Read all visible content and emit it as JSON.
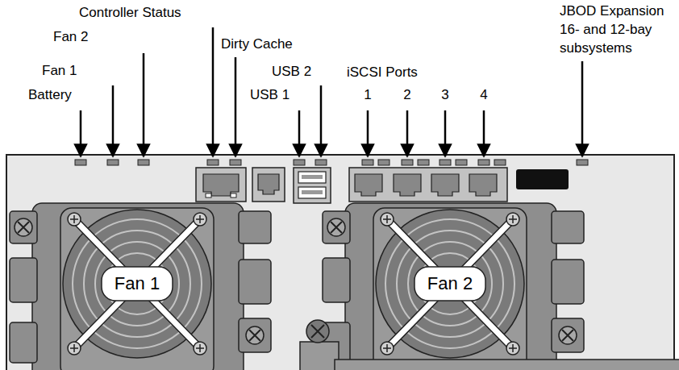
{
  "diagram": {
    "labels": [
      "Controller Status",
      "Fan 2",
      "Dirty Cache",
      "JBOD Expansion 16- and 12-bay subsystems",
      "Fan 1",
      "USB 2",
      "iSCSI Ports",
      "Battery",
      "USB 1",
      "1",
      "2",
      "3",
      "4",
      "Fan 1",
      "Fan 2"
    ]
  }
}
